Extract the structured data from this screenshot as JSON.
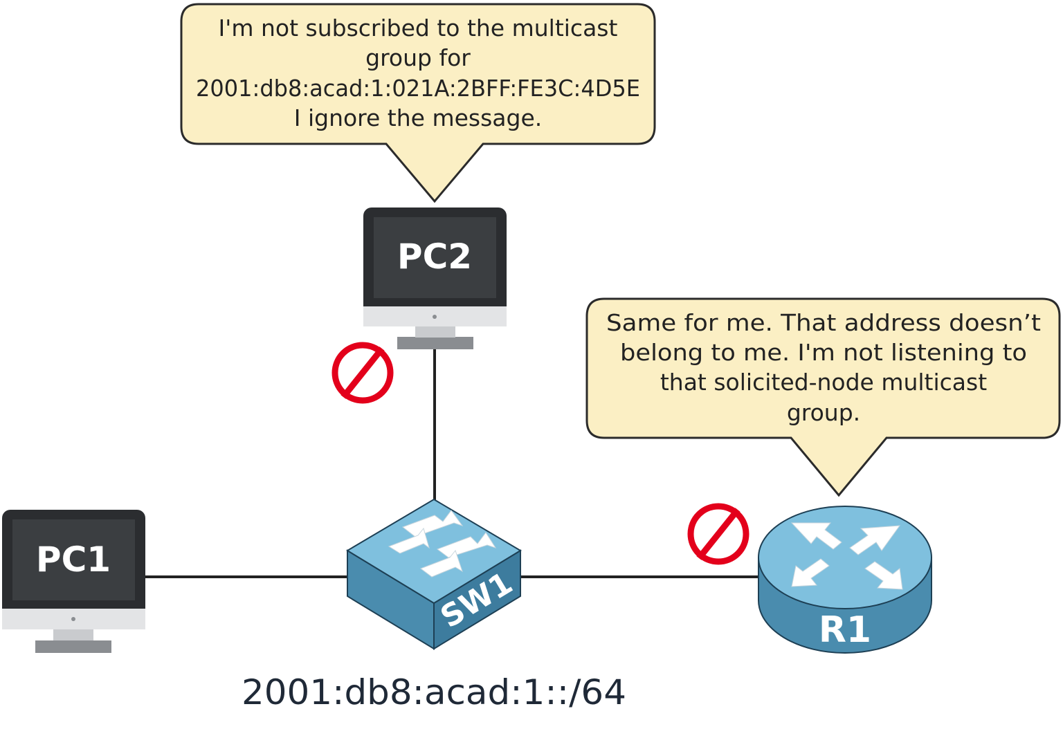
{
  "diagram": {
    "colors": {
      "bubble_fill": "#fbefc4",
      "bubble_stroke": "#2b2b2b",
      "link": "#222222",
      "monitor_frame": "#2b2d30",
      "monitor_screen": "#3b3e41",
      "monitor_base": "#e3e4e6",
      "stand": "#8a8d91",
      "device_top": "#7fc0de",
      "device_side": "#4a8cae",
      "block_red": "#e3001b"
    },
    "nodes": {
      "pc1": {
        "label": "PC1",
        "icon": "desktop-monitor-icon"
      },
      "pc2": {
        "label": "PC2",
        "icon": "desktop-monitor-icon"
      },
      "sw1": {
        "label": "SW1",
        "icon": "switch-icon"
      },
      "r1": {
        "label": "R1",
        "icon": "router-icon"
      }
    },
    "callouts": {
      "pc2": {
        "lines": [
          "I'm not subscribed to the multicast",
          "group for",
          "2001:db8:acad:1:021A:2BFF:FE3C:4D5E",
          "I ignore the message."
        ]
      },
      "r1": {
        "lines": [
          "Same for me. That address doesn’t",
          "belong to me. I'm not listening to",
          "that solicited-node multicast",
          "group."
        ]
      }
    },
    "blocked_icon": "prohibited-icon",
    "subnet_label": "2001:db8:acad:1::/64"
  }
}
